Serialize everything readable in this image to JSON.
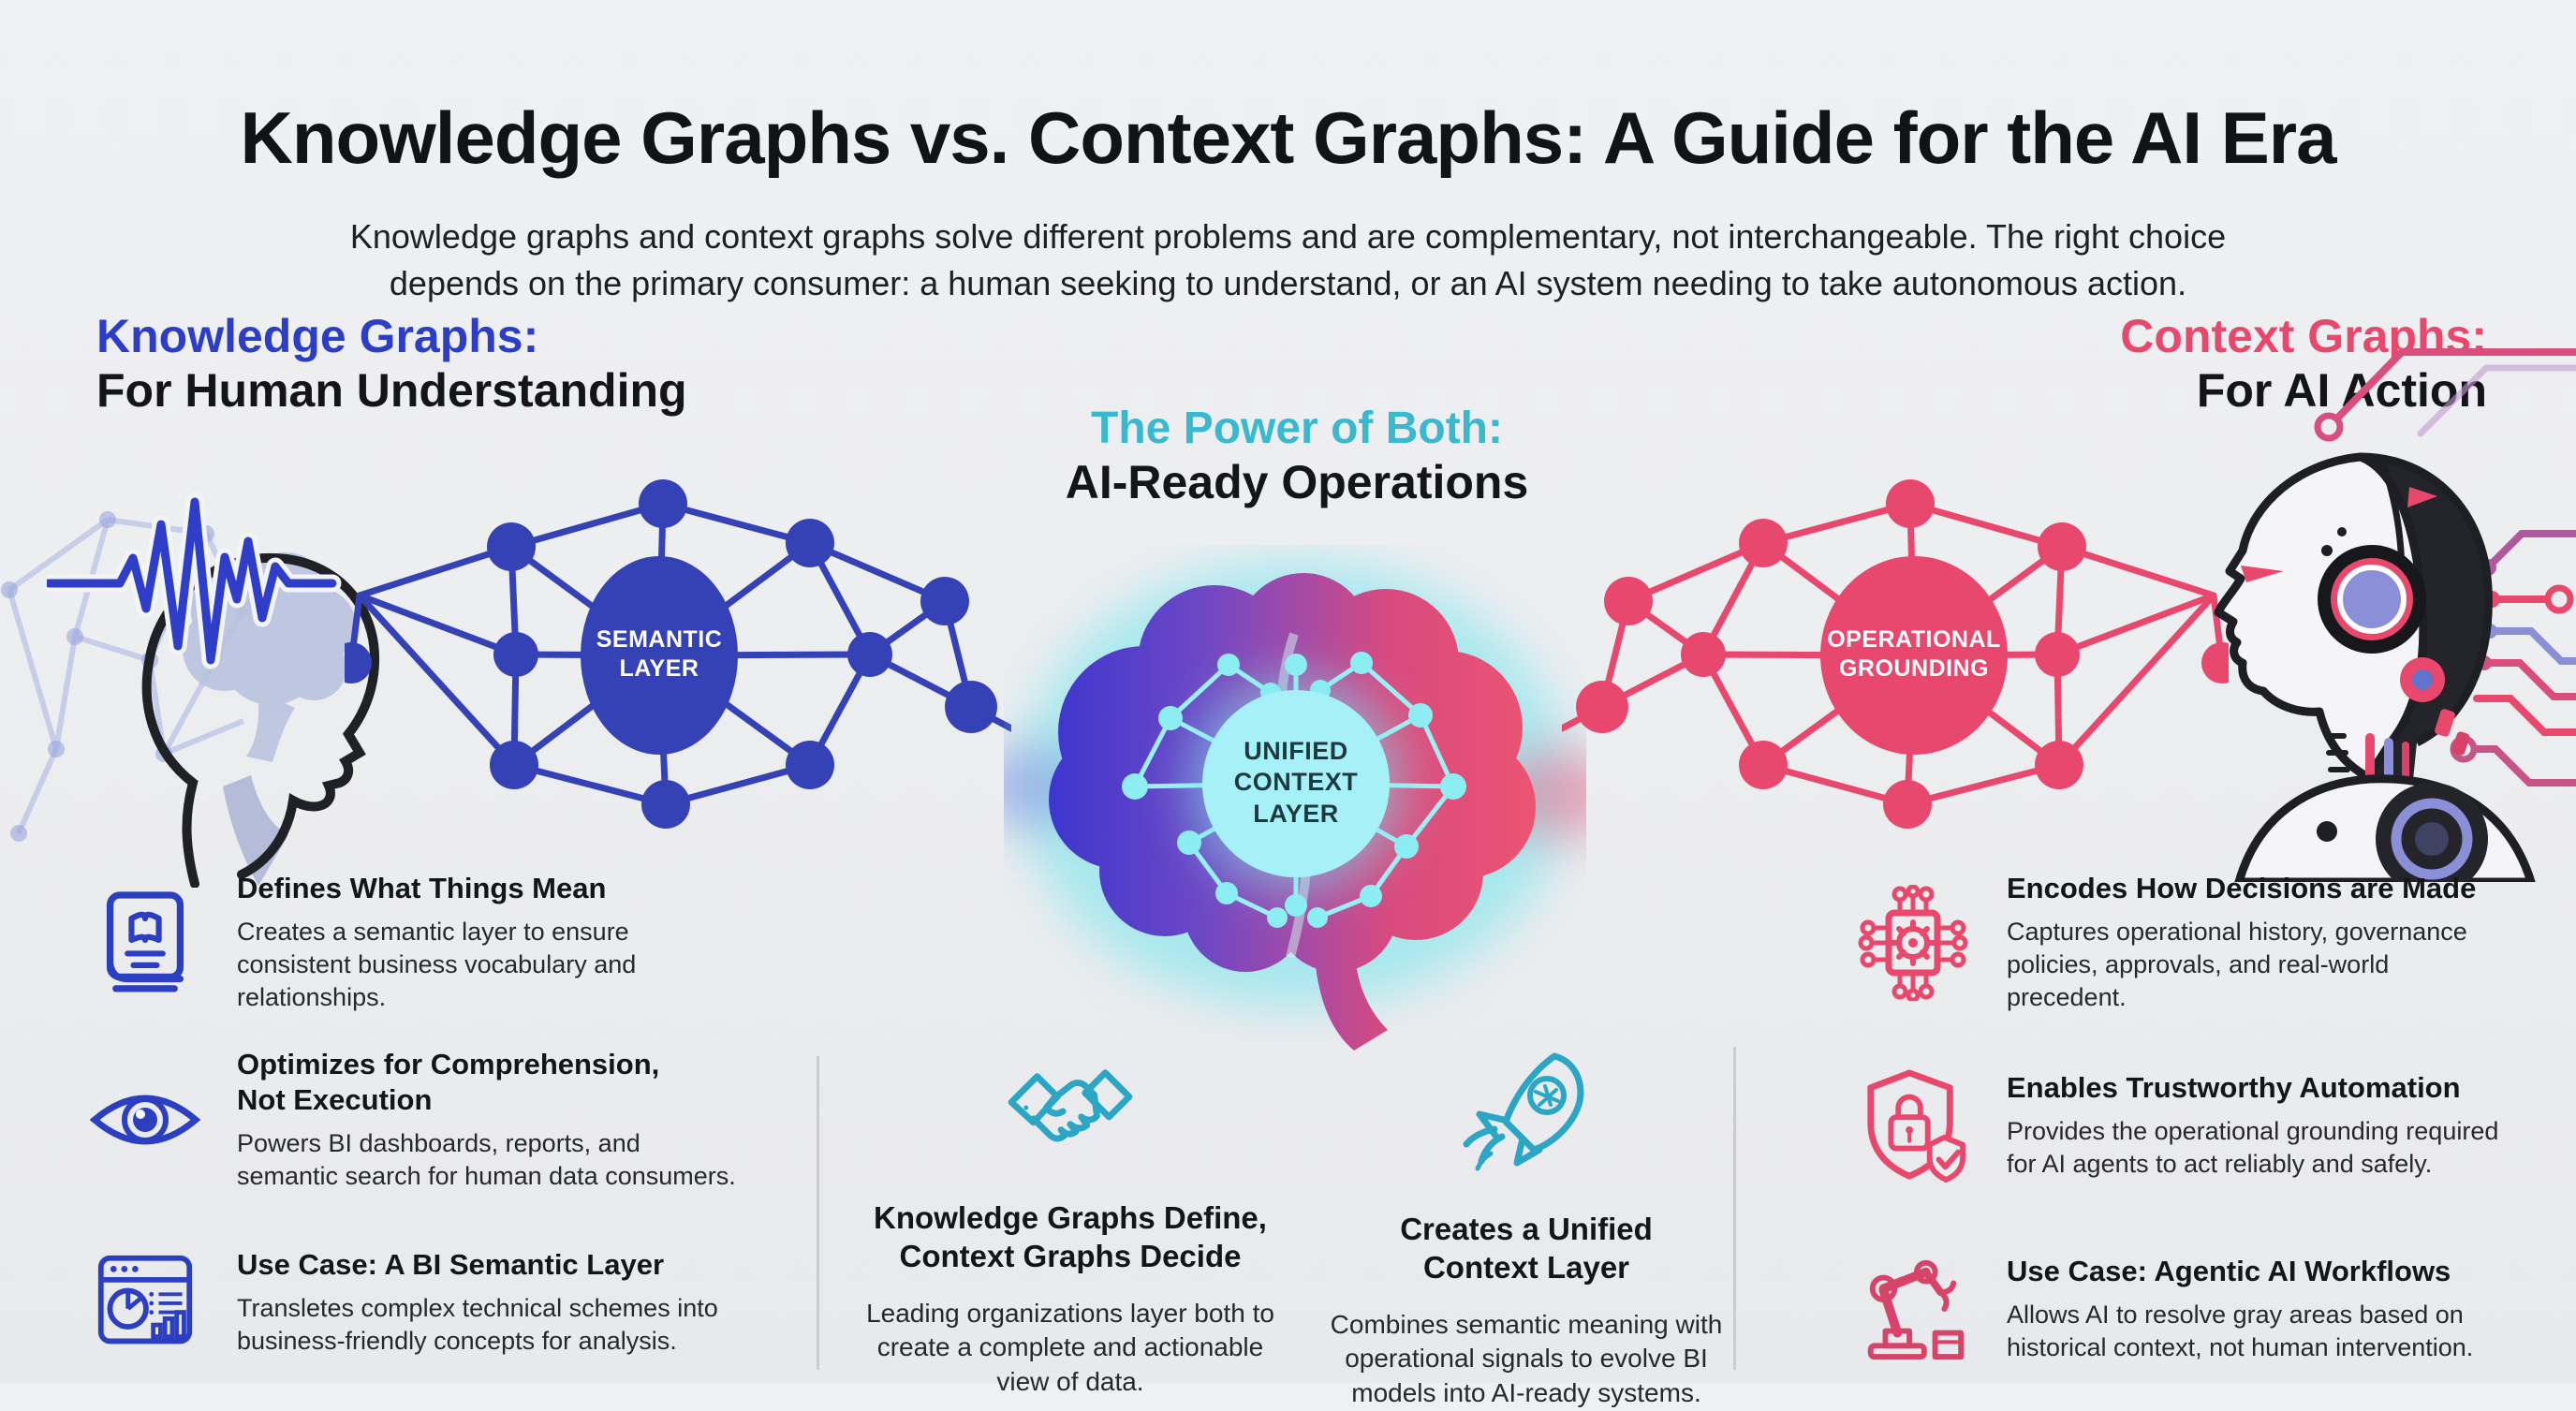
{
  "header": {
    "title": "Knowledge Graphs vs. Context Graphs: A Guide for the AI Era",
    "subtitle": "Knowledge graphs and context graphs solve different problems and are complementary, not interchangeable. The right choice\ndepends on the primary consumer: a human seeking to understand, or an AI system needing to take autonomous action."
  },
  "colors": {
    "blue": "#2c3ec6",
    "cyan": "#3ab8cd",
    "pink": "#e8486c"
  },
  "left": {
    "heading_accent": "Knowledge Graphs:",
    "heading_main": "For Human Understanding",
    "node_label": "SEMANTIC\nLAYER",
    "items": [
      {
        "icon": "book-icon",
        "title": "Defines What Things Mean",
        "body": "Creates a semantic layer to ensure\nconsistent business vocabulary and\nrelationships."
      },
      {
        "icon": "eye-icon",
        "title": "Optimizes for Comprehension,\nNot Execution",
        "body": "Powers BI dashboards, reports, and\nsemantic search for human data consumers."
      },
      {
        "icon": "bi-dashboard-icon",
        "title": "Use Case: A BI Semantic Layer",
        "body": "Transletes complex technical schemes into\nbusiness-friendly concepts for analysis."
      }
    ]
  },
  "center": {
    "heading_accent": "The Power of Both:",
    "heading_main": "AI-Ready Operations",
    "node_label": "UNIFIED\nCONTEXT\nLAYER",
    "items": [
      {
        "icon": "handshake-icon",
        "title": "Knowledge Graphs Define,\nContext Graphs Decide",
        "body": "Leading organizations layer both to\ncreate a complete and actionable\nview of data."
      },
      {
        "icon": "rocket-icon",
        "title": "Creates a Unified\nContext Layer",
        "body": "Combines semantic meaning with\noperational signals to evolve BI\nmodels into AI-ready systems."
      }
    ]
  },
  "right": {
    "heading_accent": "Context Graphs:",
    "heading_main": "For AI Action",
    "node_label": "OPERATIONAL\nGROUNDING",
    "items": [
      {
        "icon": "chip-gear-icon",
        "title": "Encodes How Decisions are Made",
        "body": "Captures operational history, governance\npolicies, approvals, and real-world\nprecedent."
      },
      {
        "icon": "shield-lock-icon",
        "title": "Enables Trustworthy Automation",
        "body": "Provides the operational grounding required\nfor AI agents to act reliably and safely."
      },
      {
        "icon": "robot-arm-icon",
        "title": "Use Case: Agentic AI Workflows",
        "body": "Allows AI to resolve gray areas based on\nhistorical context, not human intervention."
      }
    ]
  }
}
